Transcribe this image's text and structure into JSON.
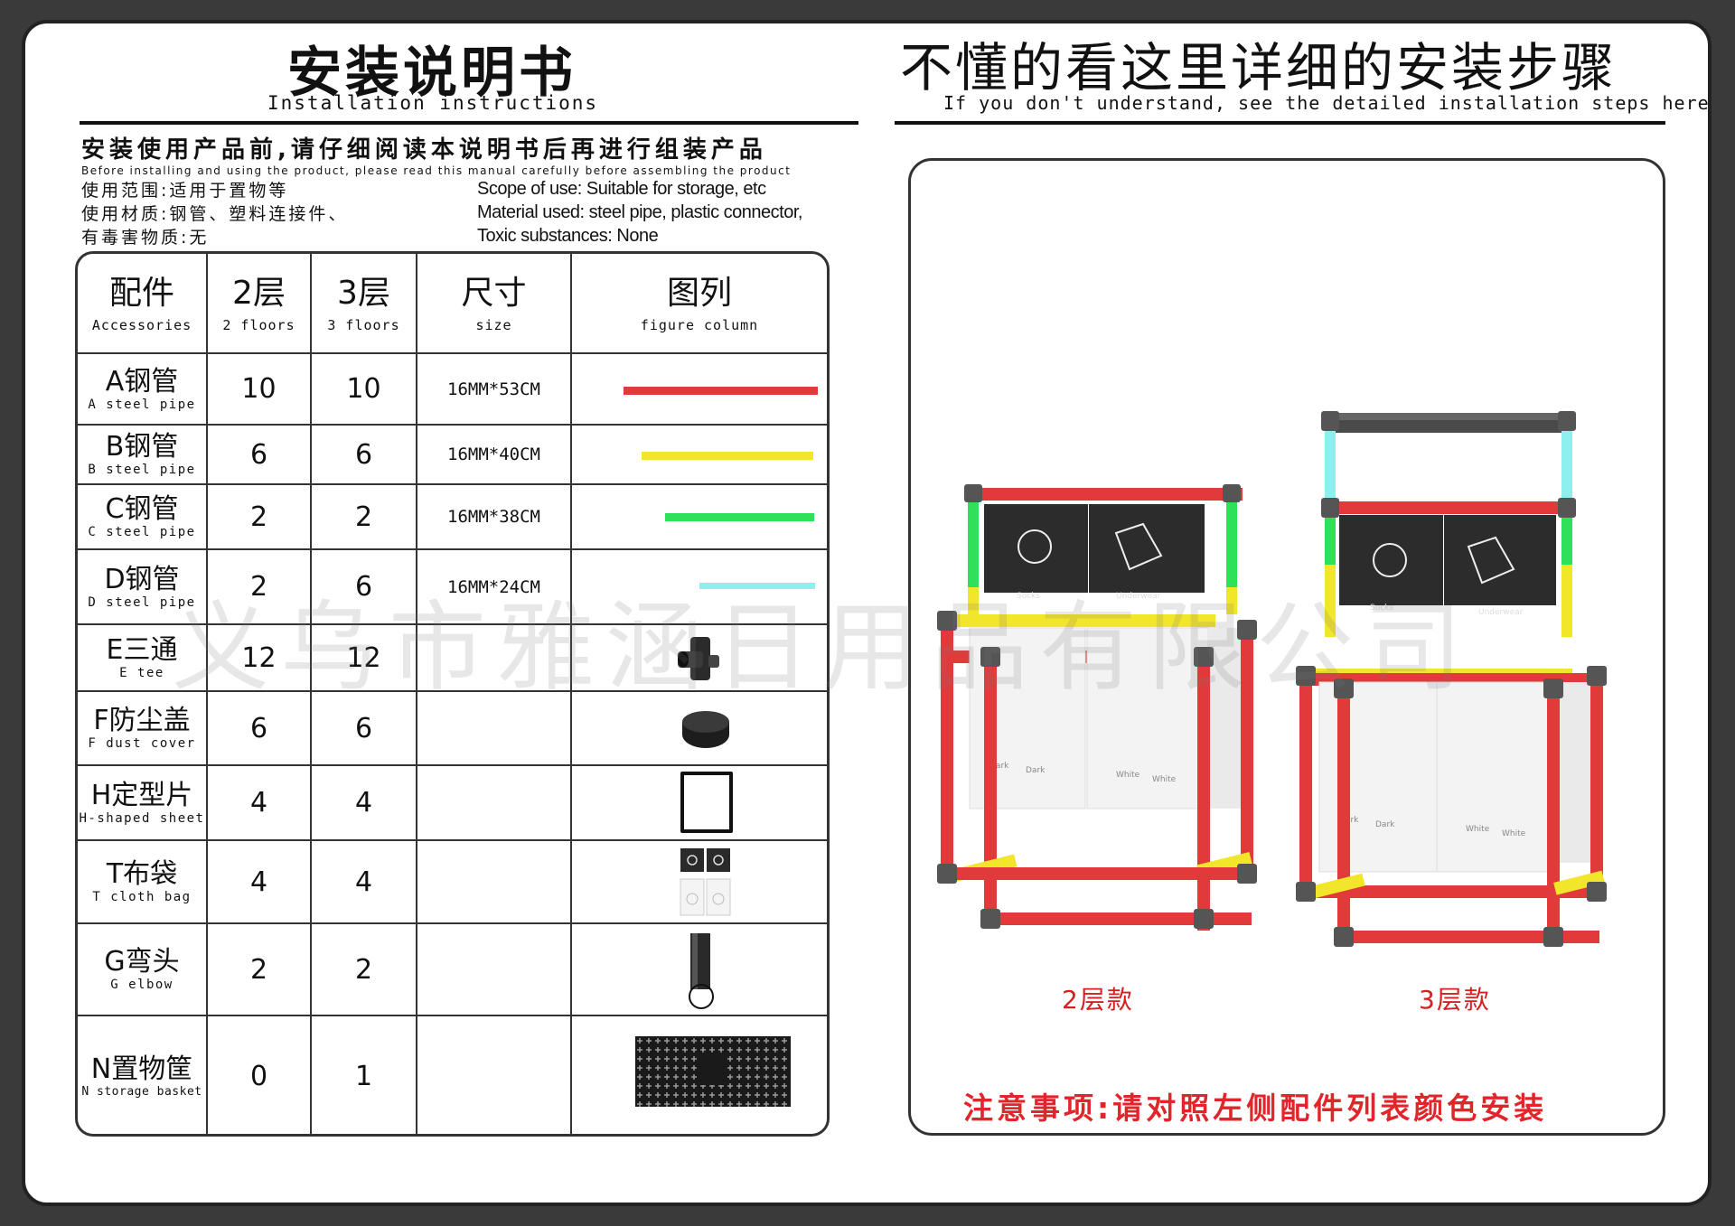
{
  "colors": {
    "pipe_a": "#e23a3a",
    "pipe_b": "#f2e62a",
    "pipe_c": "#2fe05a",
    "pipe_d": "#8ef0ee",
    "note_red": "#e0262a"
  },
  "header_left": {
    "title": "安装说明书",
    "subtitle": "Installation instructions"
  },
  "header_right": {
    "title": "不懂的看这里详细的安装步骤",
    "subtitle": "If you don't understand, see the detailed installation steps here"
  },
  "notice": {
    "cn": "安装使用产品前,请仔细阅读本说明书后再进行组装产品",
    "en": "Before installing and using the product, please read this manual carefully before assembling the product"
  },
  "info": {
    "scope_cn": "使用范围:适用于置物等",
    "material_cn": "使用材质:钢管、塑料连接件、",
    "toxic_cn": "有毒害物质:无",
    "scope_en": "Scope of use: Suitable for storage, etc",
    "material_en": "Material used: steel pipe, plastic connector,",
    "toxic_en": "Toxic substances: None"
  },
  "table": {
    "headers": [
      {
        "cn": "配件",
        "en": "Accessories"
      },
      {
        "cn": "2层",
        "en": "2 floors"
      },
      {
        "cn": "3层",
        "en": "3 floors"
      },
      {
        "cn": "尺寸",
        "en": "size"
      },
      {
        "cn": "图列",
        "en": "figure column"
      }
    ],
    "rows": [
      {
        "cn": "A钢管",
        "en": "A steel pipe",
        "two": "10",
        "three": "10",
        "size": "16MM*53CM",
        "figure": "red-pipe-icon"
      },
      {
        "cn": "B钢管",
        "en": "B steel pipe",
        "two": "6",
        "three": "6",
        "size": "16MM*40CM",
        "figure": "yellow-pipe-icon"
      },
      {
        "cn": "C钢管",
        "en": "C steel pipe",
        "two": "2",
        "three": "2",
        "size": "16MM*38CM",
        "figure": "green-pipe-icon"
      },
      {
        "cn": "D钢管",
        "en": "D steel pipe",
        "two": "2",
        "three": "6",
        "size": "16MM*24CM",
        "figure": "cyan-pipe-icon"
      },
      {
        "cn": "E三通",
        "en": "E tee",
        "two": "12",
        "three": "12",
        "size": "",
        "figure": "tee-connector-icon"
      },
      {
        "cn": "F防尘盖",
        "en": "F dust cover",
        "two": "6",
        "three": "6",
        "size": "",
        "figure": "dust-cover-icon"
      },
      {
        "cn": "H定型片",
        "en": "H-shaped sheet",
        "two": "4",
        "three": "4",
        "size": "",
        "figure": "h-sheet-icon"
      },
      {
        "cn": "T布袋",
        "en": "T cloth bag",
        "two": "4",
        "three": "4",
        "size": "",
        "figure": "cloth-bag-icon"
      },
      {
        "cn": "G弯头",
        "en": "G elbow",
        "two": "2",
        "three": "2",
        "size": "",
        "figure": "elbow-icon"
      },
      {
        "cn": "N置物筐",
        "en": "N storage basket",
        "two": "0",
        "three": "1",
        "size": "",
        "figure": "storage-basket-icon"
      }
    ]
  },
  "models": {
    "two": "2层款",
    "three": "3层款",
    "bag_labels": {
      "socks": "Socks",
      "underwear": "Underwear",
      "dark": "Dark",
      "white": "White"
    }
  },
  "note": "注意事项:请对照左侧配件列表颜色安装",
  "watermark": "义乌市雅涵日用品有限公司"
}
